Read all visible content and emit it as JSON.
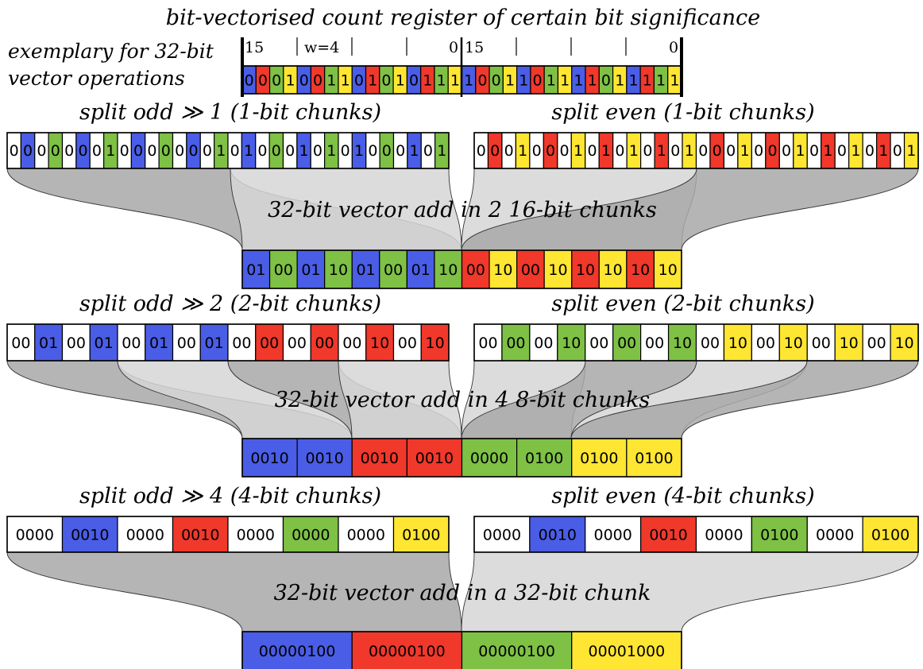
{
  "colors": {
    "blue": "#4a5de6",
    "red": "#f0382b",
    "green": "#7ec145",
    "yellow": "#ffe632",
    "white": "#ffffff",
    "band_dark": "#a8a8a8",
    "band_light": "#d6d6d6",
    "stroke": "#000000"
  },
  "title": "bit-vectorised count register of certain bit significance",
  "side_label": [
    "exemplary for 32-bit",
    "vector operations"
  ],
  "register": {
    "index_labels": [
      "15",
      "w=4",
      "0",
      "15",
      "0"
    ],
    "cells": [
      {
        "t": "0",
        "c": "blue"
      },
      {
        "t": "0",
        "c": "red"
      },
      {
        "t": "0",
        "c": "green"
      },
      {
        "t": "1",
        "c": "yellow"
      },
      {
        "t": "0",
        "c": "blue"
      },
      {
        "t": "0",
        "c": "red"
      },
      {
        "t": "1",
        "c": "green"
      },
      {
        "t": "1",
        "c": "yellow"
      },
      {
        "t": "0",
        "c": "blue"
      },
      {
        "t": "1",
        "c": "red"
      },
      {
        "t": "0",
        "c": "green"
      },
      {
        "t": "1",
        "c": "yellow"
      },
      {
        "t": "0",
        "c": "blue"
      },
      {
        "t": "1",
        "c": "red"
      },
      {
        "t": "1",
        "c": "green"
      },
      {
        "t": "1",
        "c": "yellow"
      },
      {
        "t": "1",
        "c": "blue"
      },
      {
        "t": "0",
        "c": "red"
      },
      {
        "t": "0",
        "c": "green"
      },
      {
        "t": "1",
        "c": "yellow"
      },
      {
        "t": "1",
        "c": "blue"
      },
      {
        "t": "0",
        "c": "red"
      },
      {
        "t": "1",
        "c": "green"
      },
      {
        "t": "1",
        "c": "yellow"
      },
      {
        "t": "1",
        "c": "blue"
      },
      {
        "t": "1",
        "c": "red"
      },
      {
        "t": "0",
        "c": "green"
      },
      {
        "t": "1",
        "c": "yellow"
      },
      {
        "t": "1",
        "c": "blue"
      },
      {
        "t": "1",
        "c": "red"
      },
      {
        "t": "1",
        "c": "green"
      },
      {
        "t": "1",
        "c": "yellow"
      }
    ]
  },
  "stages": [
    {
      "odd_label": "split odd ≫ 1 (1-bit chunks)",
      "even_label": "split even (1-bit chunks)",
      "odd_cells": [
        {
          "t": "0",
          "c": "white"
        },
        {
          "t": "0",
          "c": "blue"
        },
        {
          "t": "0",
          "c": "white"
        },
        {
          "t": "0",
          "c": "green"
        },
        {
          "t": "0",
          "c": "white"
        },
        {
          "t": "0",
          "c": "blue"
        },
        {
          "t": "0",
          "c": "white"
        },
        {
          "t": "1",
          "c": "green"
        },
        {
          "t": "0",
          "c": "white"
        },
        {
          "t": "0",
          "c": "blue"
        },
        {
          "t": "0",
          "c": "white"
        },
        {
          "t": "0",
          "c": "green"
        },
        {
          "t": "0",
          "c": "white"
        },
        {
          "t": "0",
          "c": "blue"
        },
        {
          "t": "0",
          "c": "white"
        },
        {
          "t": "1",
          "c": "green"
        },
        {
          "t": "0",
          "c": "white"
        },
        {
          "t": "1",
          "c": "blue"
        },
        {
          "t": "0",
          "c": "white"
        },
        {
          "t": "0",
          "c": "green"
        },
        {
          "t": "0",
          "c": "white"
        },
        {
          "t": "1",
          "c": "blue"
        },
        {
          "t": "0",
          "c": "white"
        },
        {
          "t": "1",
          "c": "green"
        },
        {
          "t": "0",
          "c": "white"
        },
        {
          "t": "1",
          "c": "blue"
        },
        {
          "t": "0",
          "c": "white"
        },
        {
          "t": "0",
          "c": "green"
        },
        {
          "t": "0",
          "c": "white"
        },
        {
          "t": "1",
          "c": "blue"
        },
        {
          "t": "0",
          "c": "white"
        },
        {
          "t": "1",
          "c": "green"
        }
      ],
      "even_cells": [
        {
          "t": "0",
          "c": "white"
        },
        {
          "t": "0",
          "c": "red"
        },
        {
          "t": "0",
          "c": "white"
        },
        {
          "t": "1",
          "c": "yellow"
        },
        {
          "t": "0",
          "c": "white"
        },
        {
          "t": "0",
          "c": "red"
        },
        {
          "t": "0",
          "c": "white"
        },
        {
          "t": "1",
          "c": "yellow"
        },
        {
          "t": "0",
          "c": "white"
        },
        {
          "t": "1",
          "c": "red"
        },
        {
          "t": "0",
          "c": "white"
        },
        {
          "t": "1",
          "c": "yellow"
        },
        {
          "t": "0",
          "c": "white"
        },
        {
          "t": "1",
          "c": "red"
        },
        {
          "t": "0",
          "c": "white"
        },
        {
          "t": "1",
          "c": "yellow"
        },
        {
          "t": "0",
          "c": "white"
        },
        {
          "t": "0",
          "c": "red"
        },
        {
          "t": "0",
          "c": "white"
        },
        {
          "t": "1",
          "c": "yellow"
        },
        {
          "t": "0",
          "c": "white"
        },
        {
          "t": "0",
          "c": "red"
        },
        {
          "t": "0",
          "c": "white"
        },
        {
          "t": "1",
          "c": "yellow"
        },
        {
          "t": "0",
          "c": "white"
        },
        {
          "t": "1",
          "c": "red"
        },
        {
          "t": "0",
          "c": "white"
        },
        {
          "t": "1",
          "c": "yellow"
        },
        {
          "t": "0",
          "c": "white"
        },
        {
          "t": "1",
          "c": "red"
        },
        {
          "t": "0",
          "c": "white"
        },
        {
          "t": "1",
          "c": "yellow"
        }
      ],
      "add_label": "32-bit vector add in 2 16-bit chunks",
      "result_cells": [
        {
          "t": "01",
          "c": "blue"
        },
        {
          "t": "00",
          "c": "green"
        },
        {
          "t": "01",
          "c": "blue"
        },
        {
          "t": "10",
          "c": "green"
        },
        {
          "t": "01",
          "c": "blue"
        },
        {
          "t": "00",
          "c": "green"
        },
        {
          "t": "01",
          "c": "blue"
        },
        {
          "t": "10",
          "c": "green"
        },
        {
          "t": "00",
          "c": "red"
        },
        {
          "t": "10",
          "c": "yellow"
        },
        {
          "t": "00",
          "c": "red"
        },
        {
          "t": "10",
          "c": "yellow"
        },
        {
          "t": "10",
          "c": "red"
        },
        {
          "t": "10",
          "c": "yellow"
        },
        {
          "t": "10",
          "c": "red"
        },
        {
          "t": "10",
          "c": "yellow"
        }
      ]
    },
    {
      "odd_label": "split odd ≫ 2 (2-bit chunks)",
      "even_label": "split even (2-bit chunks)",
      "odd_cells": [
        {
          "t": "00",
          "c": "white"
        },
        {
          "t": "01",
          "c": "blue"
        },
        {
          "t": "00",
          "c": "white"
        },
        {
          "t": "01",
          "c": "blue"
        },
        {
          "t": "00",
          "c": "white"
        },
        {
          "t": "01",
          "c": "blue"
        },
        {
          "t": "00",
          "c": "white"
        },
        {
          "t": "01",
          "c": "blue"
        },
        {
          "t": "00",
          "c": "white"
        },
        {
          "t": "00",
          "c": "red"
        },
        {
          "t": "00",
          "c": "white"
        },
        {
          "t": "00",
          "c": "red"
        },
        {
          "t": "00",
          "c": "white"
        },
        {
          "t": "10",
          "c": "red"
        },
        {
          "t": "00",
          "c": "white"
        },
        {
          "t": "10",
          "c": "red"
        }
      ],
      "even_cells": [
        {
          "t": "00",
          "c": "white"
        },
        {
          "t": "00",
          "c": "green"
        },
        {
          "t": "00",
          "c": "white"
        },
        {
          "t": "10",
          "c": "green"
        },
        {
          "t": "00",
          "c": "white"
        },
        {
          "t": "00",
          "c": "green"
        },
        {
          "t": "00",
          "c": "white"
        },
        {
          "t": "10",
          "c": "green"
        },
        {
          "t": "00",
          "c": "white"
        },
        {
          "t": "10",
          "c": "yellow"
        },
        {
          "t": "00",
          "c": "white"
        },
        {
          "t": "10",
          "c": "yellow"
        },
        {
          "t": "00",
          "c": "white"
        },
        {
          "t": "10",
          "c": "yellow"
        },
        {
          "t": "00",
          "c": "white"
        },
        {
          "t": "10",
          "c": "yellow"
        }
      ],
      "add_label": "32-bit vector add in 4 8-bit chunks",
      "result_cells": [
        {
          "t": "0010",
          "c": "blue"
        },
        {
          "t": "0010",
          "c": "blue"
        },
        {
          "t": "0010",
          "c": "red"
        },
        {
          "t": "0010",
          "c": "red"
        },
        {
          "t": "0000",
          "c": "green"
        },
        {
          "t": "0100",
          "c": "green"
        },
        {
          "t": "0100",
          "c": "yellow"
        },
        {
          "t": "0100",
          "c": "yellow"
        }
      ]
    },
    {
      "odd_label": "split odd ≫ 4 (4-bit chunks)",
      "even_label": "split even (4-bit chunks)",
      "odd_cells": [
        {
          "t": "0000",
          "c": "white"
        },
        {
          "t": "0010",
          "c": "blue"
        },
        {
          "t": "0000",
          "c": "white"
        },
        {
          "t": "0010",
          "c": "red"
        },
        {
          "t": "0000",
          "c": "white"
        },
        {
          "t": "0000",
          "c": "green"
        },
        {
          "t": "0000",
          "c": "white"
        },
        {
          "t": "0100",
          "c": "yellow"
        }
      ],
      "even_cells": [
        {
          "t": "0000",
          "c": "white"
        },
        {
          "t": "0010",
          "c": "blue"
        },
        {
          "t": "0000",
          "c": "white"
        },
        {
          "t": "0010",
          "c": "red"
        },
        {
          "t": "0000",
          "c": "white"
        },
        {
          "t": "0100",
          "c": "green"
        },
        {
          "t": "0000",
          "c": "white"
        },
        {
          "t": "0100",
          "c": "yellow"
        }
      ],
      "add_label": "32-bit vector add in a 32-bit chunk",
      "result_cells": [
        {
          "t": "00000100",
          "c": "blue"
        },
        {
          "t": "00000100",
          "c": "red"
        },
        {
          "t": "00000100",
          "c": "green"
        },
        {
          "t": "00001000",
          "c": "yellow"
        }
      ]
    }
  ]
}
